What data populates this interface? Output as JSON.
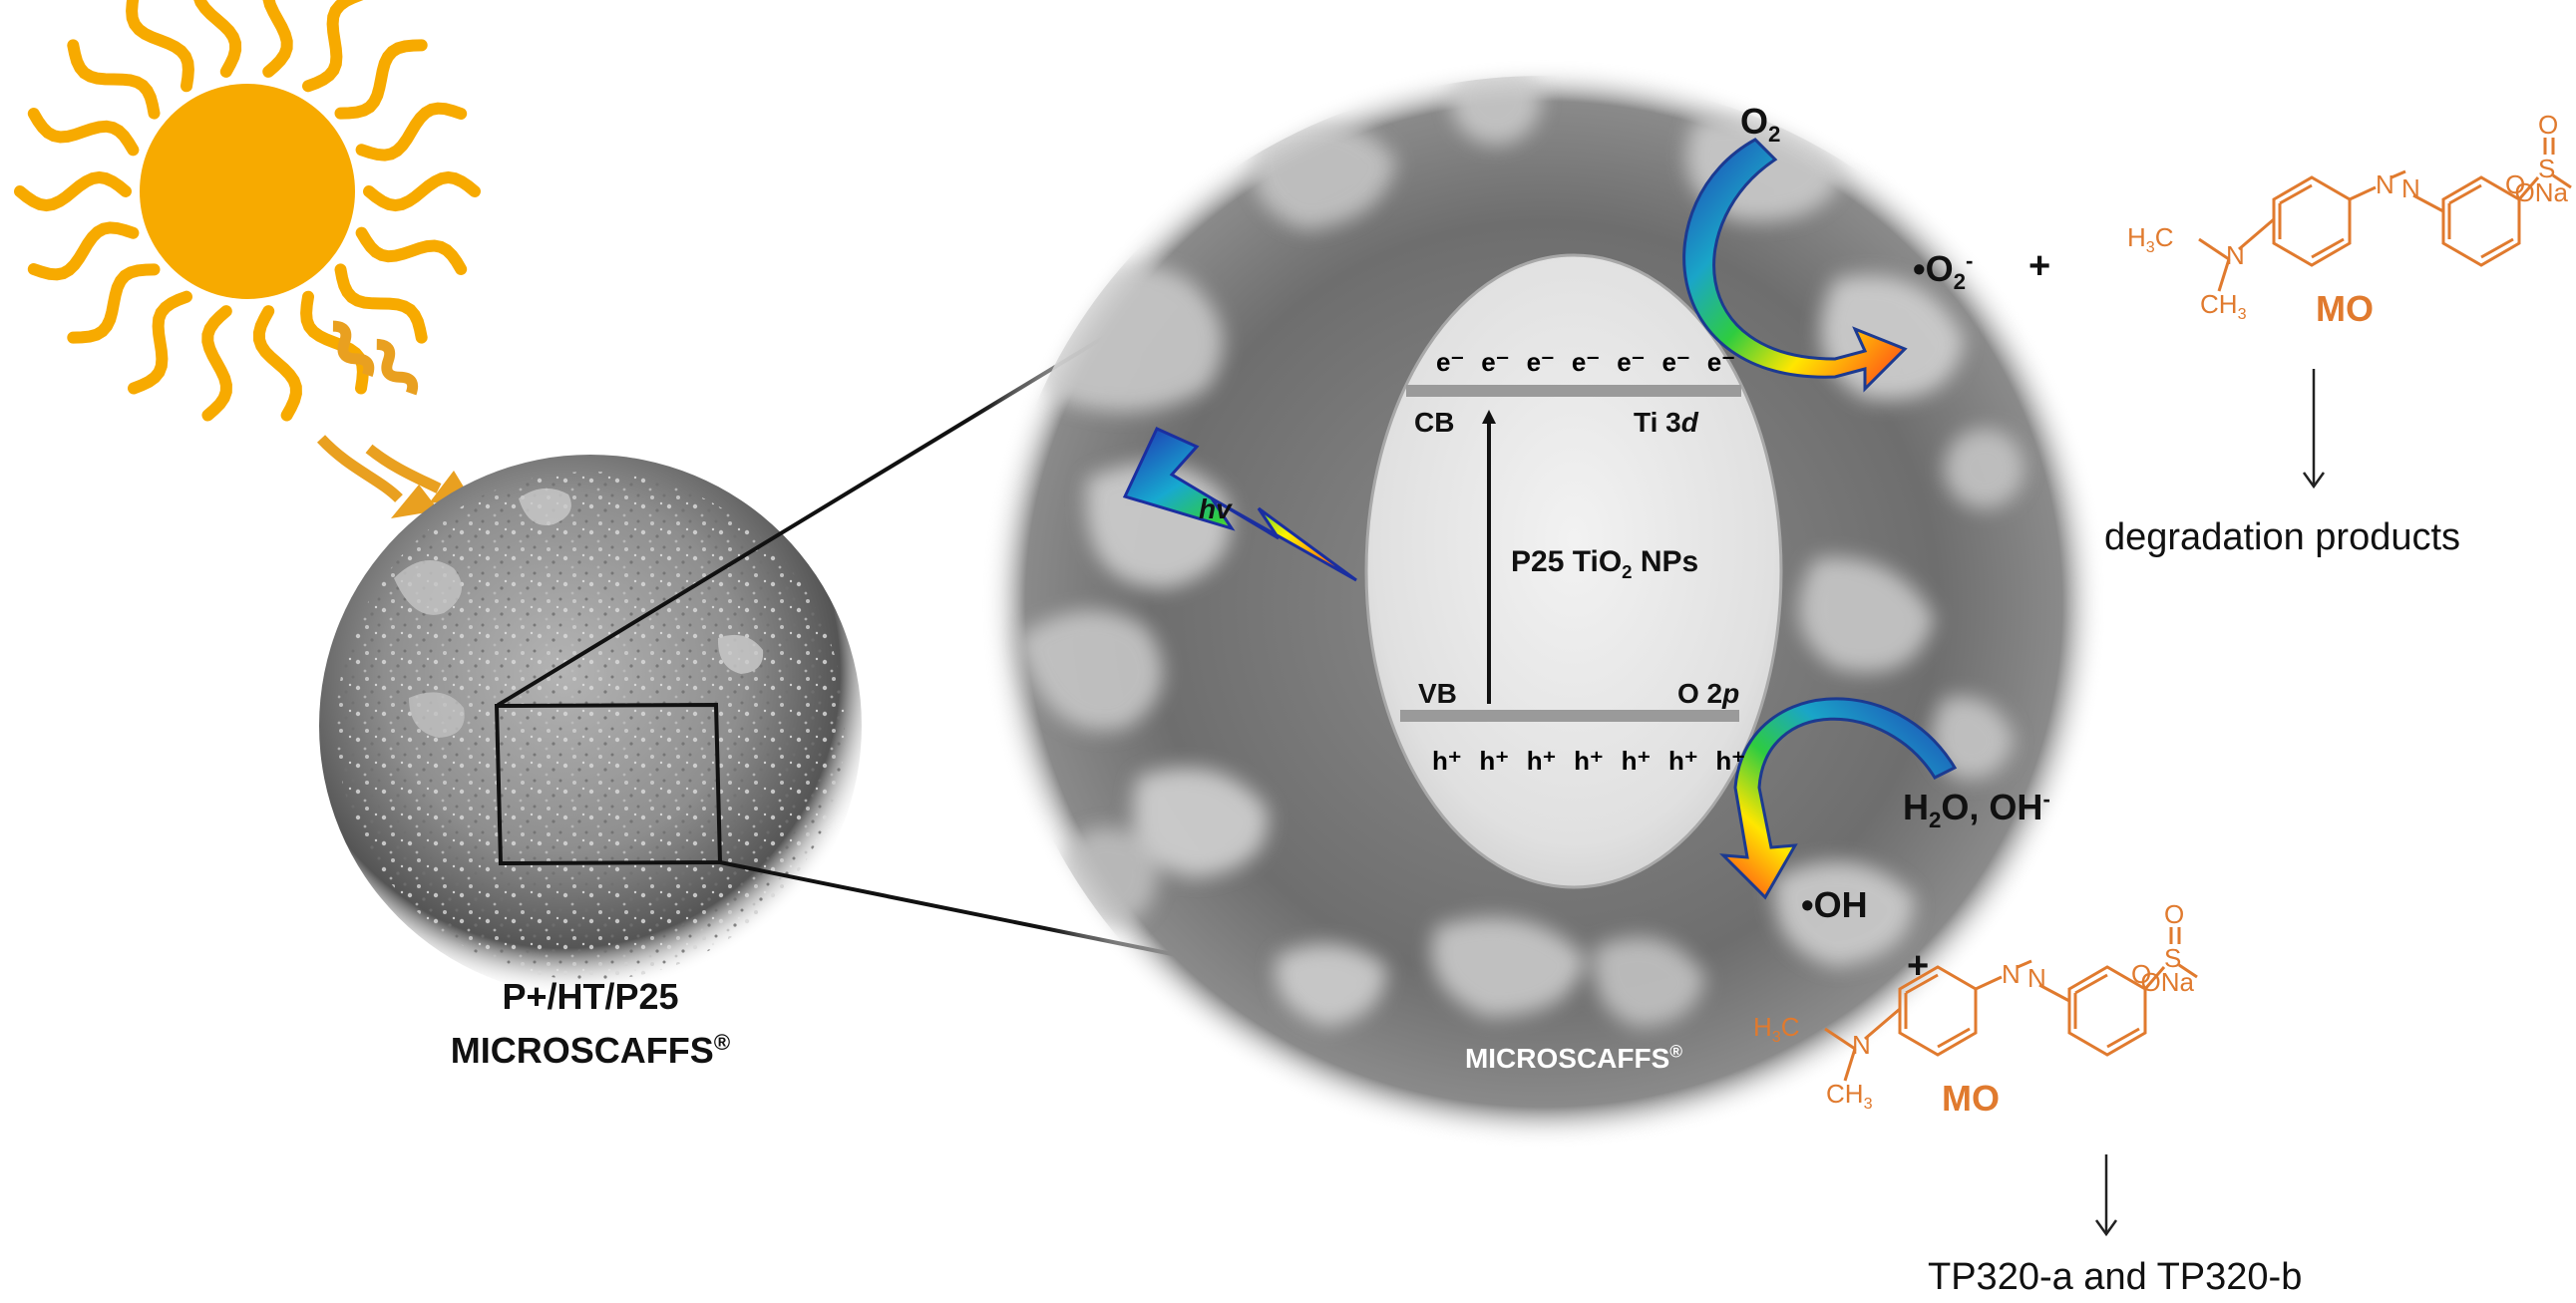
{
  "colors": {
    "sun": "#f7aa00",
    "orange_text": "#e07a2e",
    "band": "#9a9a9a",
    "ellipse_fill": "#e6e6e6",
    "line": "#111111"
  },
  "icons": [
    "sun-icon",
    "light-wave-icon",
    "lightning-bolt-icon",
    "curved-arrow-icon"
  ],
  "particle": {
    "name_line1": "P+/HT/P25",
    "name_line2": "MICROSCAFFS",
    "registered": "®"
  },
  "zoom": {
    "label": "MICROSCAFFS",
    "registered": "®"
  },
  "band_diagram": {
    "electrons": [
      "e⁻",
      "e⁻",
      "e⁻",
      "e⁻",
      "e⁻",
      "e⁻",
      "e⁻"
    ],
    "holes": [
      "h⁺",
      "h⁺",
      "h⁺",
      "h⁺",
      "h⁺",
      "h⁺",
      "h⁺"
    ],
    "cb": "CB",
    "vb": "VB",
    "cb_orbital": "Ti 3",
    "cb_orbital_italic": "d",
    "vb_orbital": "O 2",
    "vb_orbital_italic": "p",
    "material_pre": "P25 TiO",
    "material_sub": "2",
    "material_post": " NPs",
    "light": "hv"
  },
  "reactions": {
    "o2_main": "O",
    "o2_sub": "2",
    "superoxide_main": "•O",
    "superoxide_sub": "2",
    "superoxide_sup": "-",
    "plus1": "+",
    "water_main": "H",
    "water_sub": "2",
    "water_tail": "O, OH",
    "water_sup": "-",
    "hydroxyl": "•OH",
    "plus2": "+",
    "degradation": "degradation products",
    "transformation": "TP320-a and TP320-b"
  },
  "molecule": {
    "h3c_main": "H",
    "h3c_sub": "3",
    "h3c_tail": "C",
    "n": "N",
    "ch3_main": "CH",
    "ch3_sub": "3",
    "azo_n1": "N",
    "azo_n2": "N",
    "s": "S",
    "o_top": "O",
    "o_bottom": "O",
    "ona": "ONa",
    "name": "MO"
  }
}
